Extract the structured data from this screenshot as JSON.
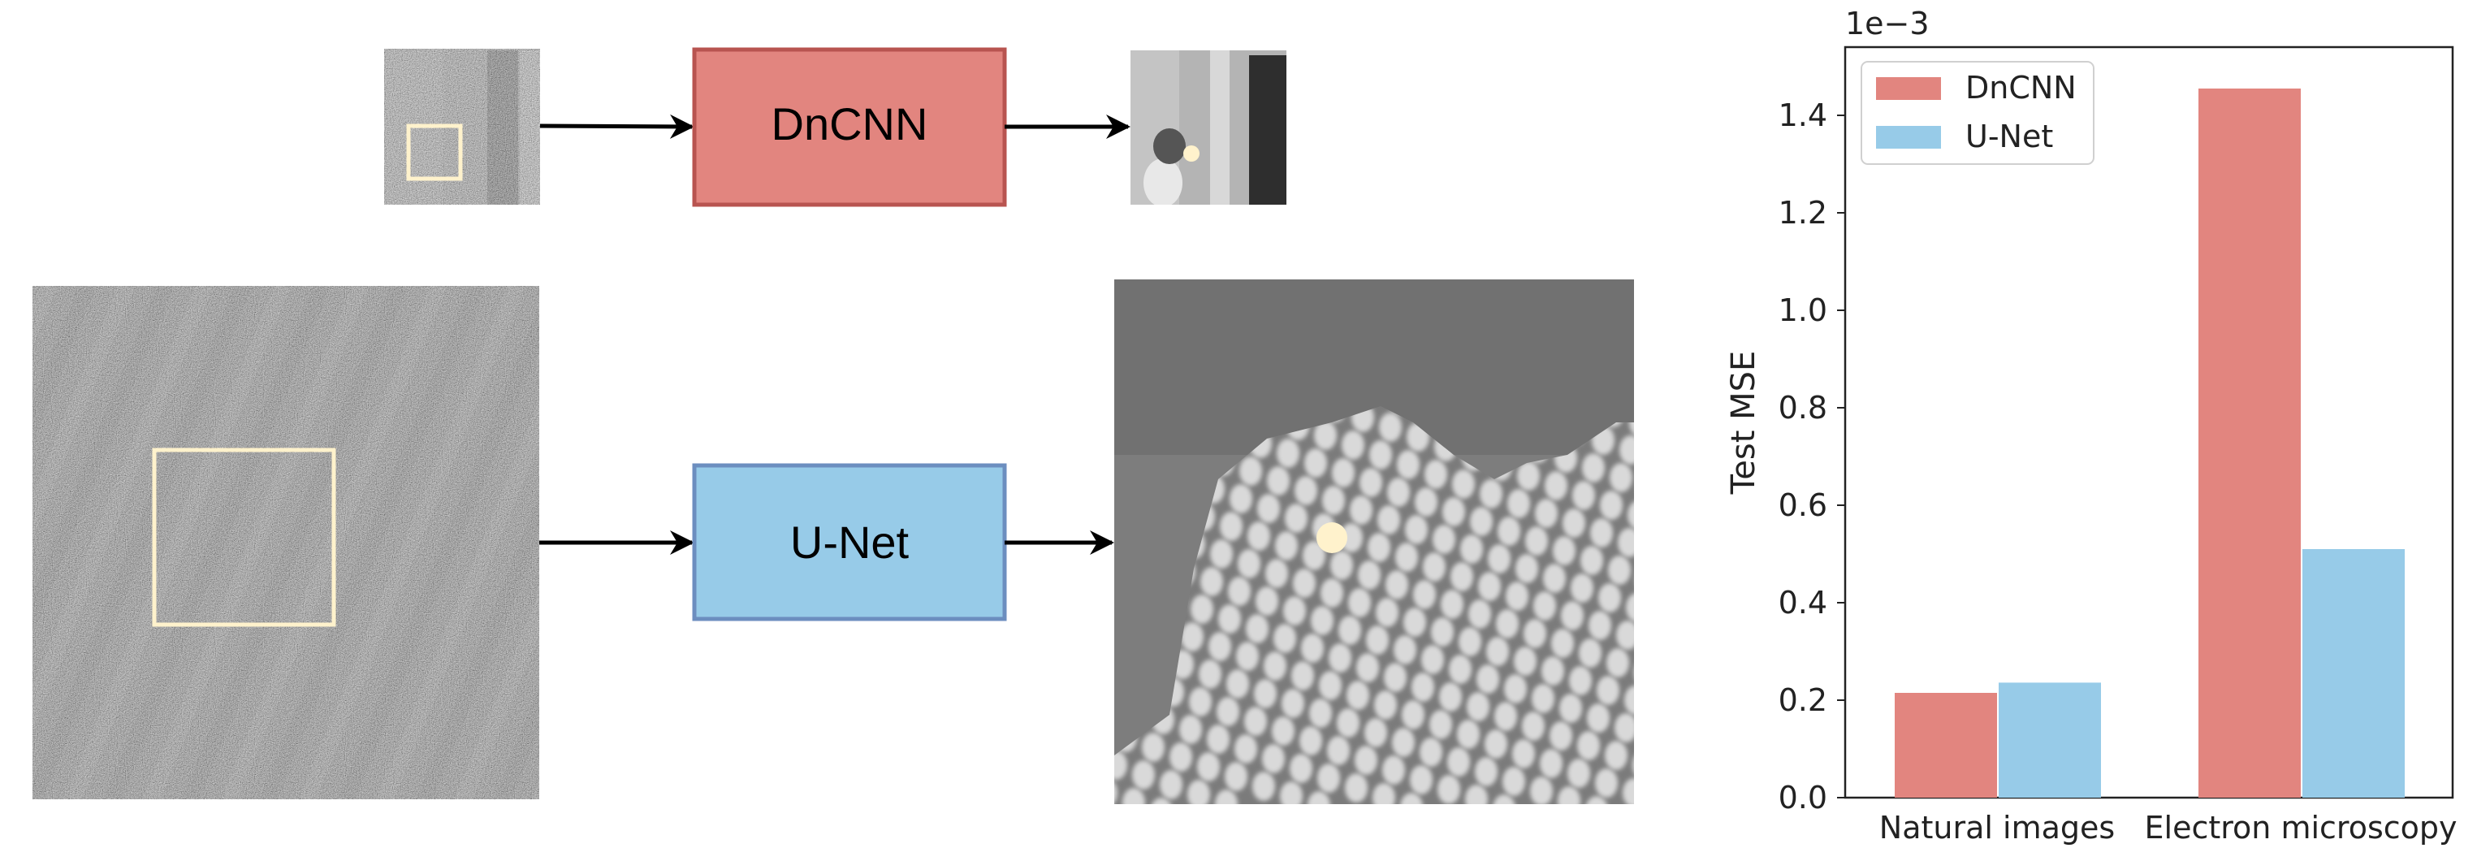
{
  "diagram": {
    "top_model_label": "DnCNN",
    "bottom_model_label": "U-Net",
    "colors": {
      "dncnn_fill": "#e2857f",
      "dncnn_stroke": "#b85450",
      "unet_fill": "#97cbe8",
      "unet_stroke": "#6c8ebf",
      "highlight": "#fff2cc"
    }
  },
  "chart_data": {
    "type": "bar",
    "categories": [
      "Natural images",
      "Electron microscopy"
    ],
    "series": [
      {
        "name": "DnCNN",
        "values": [
          0.215,
          1.455
        ],
        "color": "#e2857f"
      },
      {
        "name": "U-Net",
        "values": [
          0.236,
          0.51
        ],
        "color": "#97cbe8"
      }
    ],
    "ylabel": "Test MSE",
    "scale_label": "1e−3",
    "ylim": [
      0,
      1.54
    ],
    "yticks": [
      "0.0",
      "0.2",
      "0.4",
      "0.6",
      "0.8",
      "1.0",
      "1.2",
      "1.4"
    ],
    "legend_position": "top-left",
    "grid": false
  }
}
